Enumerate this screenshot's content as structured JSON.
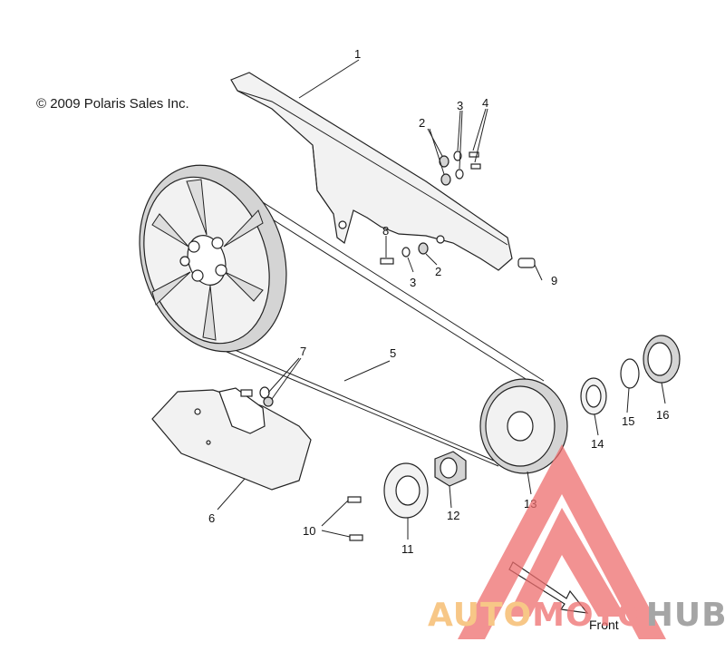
{
  "copyright": "© 2009 Polaris Sales Inc.",
  "front_label": "Front",
  "callouts": [
    "1",
    "2",
    "3",
    "4",
    "2",
    "3",
    "8",
    "9",
    "5",
    "7",
    "6",
    "10",
    "11",
    "12",
    "13",
    "14",
    "15",
    "16"
  ],
  "watermark": {
    "part1": "AUTO",
    "part2": "MOTO",
    "part3": "HUB",
    "color_orange": "#f5b560",
    "color_red": "#ee6e6e",
    "color_dark": "#888888"
  }
}
